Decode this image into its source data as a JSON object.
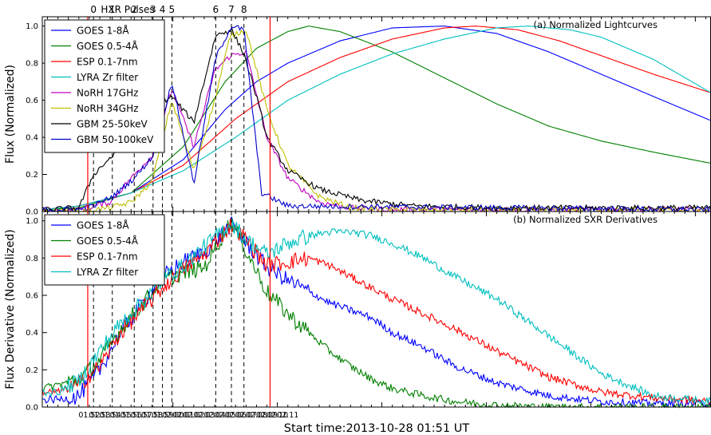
{
  "figure": {
    "xlabel": "Start time:2013-10-28 01:51 UT",
    "x_ticks": [
      "01.52",
      "01.53",
      "01.54",
      "01.55",
      "01.56",
      "01.57",
      "01.58",
      "01.59",
      "02.00",
      "02.01",
      "02.02",
      "02.03",
      "02.04",
      "02.05",
      "02.06",
      "02.07",
      "02.08",
      "02.09",
      "02.10",
      "02.11"
    ],
    "hxr_label": "HXR Pulses",
    "pulses": [
      {
        "label": "0",
        "t": 1.4
      },
      {
        "label": "1",
        "t": 3.2
      },
      {
        "label": "2",
        "t": 5.3
      },
      {
        "label": "3",
        "t": 7.1
      },
      {
        "label": "4",
        "t": 8.0
      },
      {
        "label": "5",
        "t": 8.9
      },
      {
        "label": "6",
        "t": 13.1
      },
      {
        "label": "7",
        "t": 14.6
      },
      {
        "label": "8",
        "t": 15.8
      }
    ],
    "red_lines": [
      0.85,
      18.3
    ],
    "colors": {
      "goes18": "#0000ff",
      "goes054": "#008000",
      "esp": "#ff0000",
      "lyra": "#00bfbf",
      "norh17": "#bf00bf",
      "norh34": "#bfbf00",
      "gbm25": "#000000",
      "gbm50": "#0000cc",
      "red_line": "#ff0000"
    }
  },
  "chart_data": [
    {
      "type": "line",
      "title": "(a) Normalized Lightcurves",
      "ylabel": "Flux (Normalized)",
      "x_unit": "minutes after 01:51 UT",
      "xlim": [
        -3.5,
        60.5
      ],
      "ylim": [
        0.0,
        1.05
      ],
      "y_ticks": [
        "0.0",
        "0.2",
        "0.4",
        "0.6",
        "0.8",
        "1.0"
      ],
      "grid": false,
      "legend_position": "top-left",
      "series": [
        {
          "name": "GOES 1-8Å",
          "color": "#0000ff",
          "x": [
            -3.5,
            0,
            5,
            10,
            14,
            17,
            20,
            25,
            30,
            35,
            40,
            45,
            50,
            55,
            60.5
          ],
          "y": [
            0.01,
            0.03,
            0.1,
            0.28,
            0.55,
            0.7,
            0.8,
            0.92,
            0.99,
            1.0,
            0.96,
            0.86,
            0.74,
            0.62,
            0.49
          ]
        },
        {
          "name": "GOES 0.5-4Å",
          "color": "#008000",
          "x": [
            -3.5,
            0,
            5,
            10,
            14,
            17,
            20,
            22,
            25,
            30,
            35,
            40,
            45,
            50,
            55,
            60.5
          ],
          "y": [
            0.01,
            0.02,
            0.1,
            0.35,
            0.7,
            0.88,
            0.97,
            1.0,
            0.97,
            0.86,
            0.72,
            0.58,
            0.46,
            0.38,
            0.32,
            0.26
          ]
        },
        {
          "name": "ESP 0.1-7nm",
          "color": "#ff0000",
          "x": [
            -3.5,
            0,
            5,
            10,
            15,
            20,
            25,
            30,
            35,
            38,
            42,
            46,
            50,
            55,
            60.5
          ],
          "y": [
            0.01,
            0.03,
            0.1,
            0.25,
            0.5,
            0.7,
            0.83,
            0.93,
            0.99,
            1.0,
            0.98,
            0.92,
            0.84,
            0.74,
            0.64
          ]
        },
        {
          "name": "LYRA Zr filter",
          "color": "#00bfbf",
          "x": [
            -3.5,
            0,
            5,
            10,
            15,
            20,
            25,
            30,
            35,
            40,
            43,
            47,
            50,
            55,
            60.5
          ],
          "y": [
            0.01,
            0.03,
            0.1,
            0.22,
            0.4,
            0.6,
            0.74,
            0.85,
            0.93,
            0.99,
            1.0,
            0.98,
            0.94,
            0.82,
            0.64
          ]
        },
        {
          "name": "NoRH 17GHz",
          "color": "#bf00bf",
          "x": [
            -3.5,
            0,
            3,
            5,
            7,
            8.9,
            11,
            13,
            14.5,
            16,
            18,
            20,
            23,
            26,
            30,
            60.5
          ],
          "y": [
            0.0,
            0.01,
            0.05,
            0.18,
            0.3,
            0.66,
            0.35,
            0.76,
            0.84,
            0.86,
            0.4,
            0.18,
            0.05,
            0.02,
            0.01,
            0.01
          ]
        },
        {
          "name": "NoRH 34GHz",
          "color": "#bfbf00",
          "x": [
            -3.5,
            0,
            3,
            5,
            7,
            8.9,
            11,
            13,
            14.5,
            16,
            18,
            20,
            23,
            26,
            30,
            60.5
          ],
          "y": [
            0.0,
            0.0,
            0.02,
            0.05,
            0.16,
            0.6,
            0.22,
            0.6,
            0.95,
            0.98,
            0.55,
            0.25,
            0.08,
            0.02,
            0.01,
            0.01
          ]
        },
        {
          "name": "GBM 25-50keV",
          "color": "#000000",
          "x": [
            -3.5,
            0,
            1.4,
            3.2,
            5.3,
            7.1,
            8.9,
            11,
            13.1,
            14.6,
            15.8,
            17,
            18,
            20,
            23,
            27,
            32,
            40,
            60.5
          ],
          "y": [
            0.01,
            0.02,
            0.2,
            0.3,
            0.39,
            0.56,
            0.62,
            0.48,
            0.95,
            0.98,
            0.85,
            0.62,
            0.4,
            0.22,
            0.12,
            0.06,
            0.03,
            0.02,
            0.02
          ]
        },
        {
          "name": "GBM 50-100keV",
          "color": "#0000cc",
          "x": [
            -3.5,
            0,
            1.4,
            3.2,
            5.3,
            7.1,
            8.9,
            11,
            13.1,
            14.6,
            15.8,
            16.8,
            17.5,
            20,
            60.5
          ],
          "y": [
            0.01,
            0.01,
            0.03,
            0.08,
            0.18,
            0.3,
            0.7,
            0.15,
            0.83,
            1.0,
            0.98,
            0.45,
            0.1,
            0.03,
            0.01
          ]
        }
      ]
    },
    {
      "type": "line",
      "title": "(b) Normalized SXR Derivatives",
      "ylabel": "Flux Derivative (Normalized)",
      "x_unit": "minutes after 01:51 UT",
      "xlim": [
        -3.5,
        60.5
      ],
      "ylim": [
        0.0,
        1.05
      ],
      "y_ticks": [
        "0.0",
        "0.2",
        "0.4",
        "0.6",
        "0.8",
        "1.0"
      ],
      "grid": false,
      "legend_position": "top-left",
      "series": [
        {
          "name": "GOES 1-8Å",
          "color": "#0000ff",
          "x": [
            -3.5,
            -2,
            0,
            2,
            4,
            6,
            8,
            10,
            12,
            14.6,
            16,
            18,
            20,
            22,
            24,
            26,
            28,
            30,
            33,
            36,
            40,
            45,
            50,
            55,
            60.5
          ],
          "y": [
            0.04,
            0.04,
            0.06,
            0.2,
            0.4,
            0.55,
            0.7,
            0.78,
            0.83,
            0.98,
            0.88,
            0.75,
            0.68,
            0.62,
            0.56,
            0.52,
            0.48,
            0.4,
            0.32,
            0.22,
            0.13,
            0.06,
            0.03,
            0.02,
            0.02
          ]
        },
        {
          "name": "GOES 0.5-4Å",
          "color": "#008000",
          "x": [
            -3.5,
            -2,
            0,
            2,
            4,
            6,
            8,
            10,
            12,
            14.6,
            16,
            18,
            20,
            22,
            24,
            26,
            28,
            30,
            33,
            36,
            40,
            45,
            50,
            55,
            60.5
          ],
          "y": [
            0.1,
            0.12,
            0.15,
            0.25,
            0.42,
            0.55,
            0.68,
            0.72,
            0.75,
            1.0,
            0.84,
            0.62,
            0.5,
            0.4,
            0.3,
            0.22,
            0.15,
            0.1,
            0.06,
            0.03,
            0.01,
            0.0,
            0.0,
            0.0,
            0.0
          ]
        },
        {
          "name": "ESP 0.1-7nm",
          "color": "#ff0000",
          "x": [
            -3.5,
            -2,
            0,
            2,
            4,
            6,
            8,
            10,
            12,
            14.6,
            16,
            18,
            20,
            22,
            24,
            26,
            28,
            30,
            33,
            36,
            40,
            45,
            50,
            55,
            60.5
          ],
          "y": [
            0.08,
            0.08,
            0.12,
            0.22,
            0.4,
            0.52,
            0.64,
            0.74,
            0.82,
            0.98,
            0.9,
            0.76,
            0.78,
            0.8,
            0.76,
            0.7,
            0.64,
            0.58,
            0.5,
            0.42,
            0.3,
            0.16,
            0.08,
            0.05,
            0.03
          ]
        },
        {
          "name": "LYRA Zr filter",
          "color": "#00bfbf",
          "x": [
            -3.5,
            -2,
            0,
            2,
            4,
            6,
            8,
            10,
            12,
            14.6,
            16,
            18,
            20,
            22,
            24,
            26,
            28,
            30,
            33,
            36,
            40,
            45,
            50,
            55,
            60.5
          ],
          "y": [
            0.08,
            0.08,
            0.14,
            0.3,
            0.45,
            0.56,
            0.68,
            0.76,
            0.86,
            0.99,
            0.9,
            0.82,
            0.88,
            0.92,
            0.94,
            0.94,
            0.92,
            0.88,
            0.8,
            0.7,
            0.58,
            0.38,
            0.18,
            0.06,
            0.03
          ]
        }
      ]
    }
  ]
}
